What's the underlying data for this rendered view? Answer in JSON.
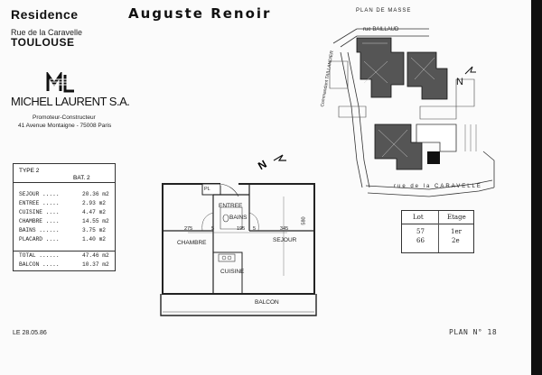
{
  "header": {
    "residence": "Residence",
    "name": "Auguste Renoir",
    "street": "Rue de la Caravelle",
    "city": "TOULOUSE"
  },
  "company": {
    "logo_letters": "ML",
    "name": "MICHEL LAURENT S.A.",
    "role": "Promoteur-Constructeur",
    "address": "41 Avenue Montaigne - 75008 Paris"
  },
  "site_plan": {
    "title": "PLAN DE MASSE",
    "street_top": "rue BAILLAUD",
    "street_left": "Commandant TAILLANDIER",
    "street_bottom": "rue de la CARAVELLE",
    "north": "N"
  },
  "schedule": {
    "type": "TYPE 2",
    "bat": "BAT. 2",
    "rows": [
      {
        "label": "SEJOUR .....",
        "value": "20.36 m2"
      },
      {
        "label": "ENTREE .....",
        "value": "2.93 m2"
      },
      {
        "label": "CUISINE ....",
        "value": "4.47 m2"
      },
      {
        "label": "CHAMBRE ....",
        "value": "14.55 m2"
      },
      {
        "label": "BAINS ......",
        "value": "3.75 m2"
      },
      {
        "label": "PLACARD ....",
        "value": "1.40 m2"
      }
    ],
    "total": {
      "label": "TOTAL ......",
      "value": "47.46 m2"
    },
    "balcon": {
      "label": "BALCON .....",
      "value": "10.37 m2"
    }
  },
  "floor_plan": {
    "north": "N",
    "rooms": {
      "entree": "ENTREE",
      "bains": "BAINS",
      "chambre": "CHAMBRE",
      "sejour": "SEJOUR",
      "cuisine": "CUISINE",
      "balcon": "BALCON",
      "placard": "PL"
    },
    "dims": {
      "d1": "275",
      "d2": "5",
      "d3": "195",
      "d4": "5",
      "d5": "345",
      "d6": "580"
    }
  },
  "lot_table": {
    "col_lot": "Lot",
    "col_etage": "Etage",
    "rows": [
      {
        "lot": "57",
        "etage": "1er"
      },
      {
        "lot": "66",
        "etage": "2e"
      }
    ]
  },
  "footer": {
    "date": "LE  28.05.86",
    "plan": "PLAN  N° 18"
  }
}
